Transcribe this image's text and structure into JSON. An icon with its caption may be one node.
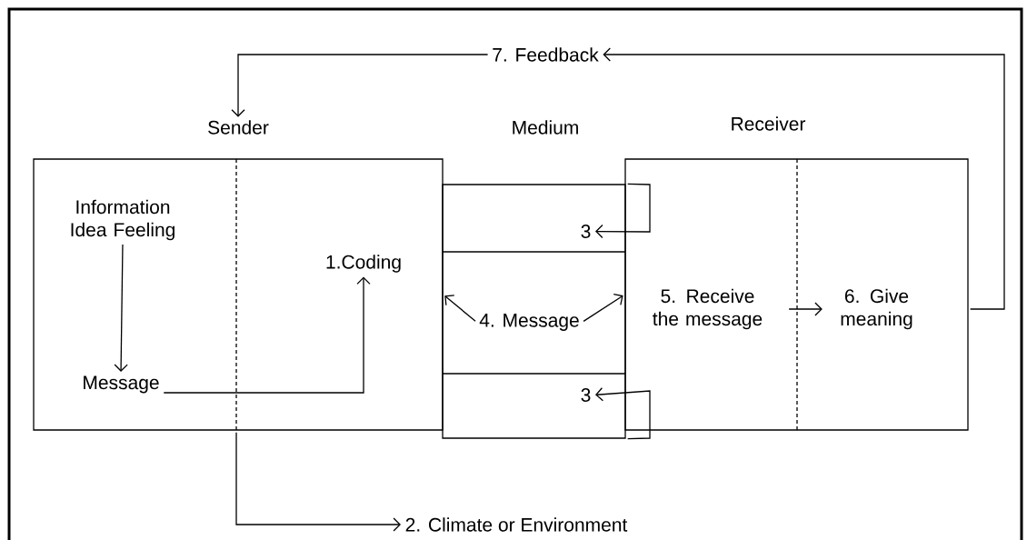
{
  "diagram": {
    "nodes": [
      {
        "text": [
          "Sender"
        ]
      },
      {
        "text": [
          "Information Idea Feeling"
        ],
        "in": 0
      },
      {
        "text": [
          "Message"
        ],
        "in": 0
      },
      {
        "text": [
          "1.Coding"
        ],
        "in": 0
      },
      {
        "text": [
          "Medium"
        ]
      },
      {
        "text": [
          "3"
        ],
        "in": 4
      },
      {
        "text": [
          "4. Message"
        ],
        "in": 4
      },
      {
        "text": [
          "3"
        ],
        "in": 4
      },
      {
        "text": [
          "Receiver"
        ]
      },
      {
        "text": [
          "5. Receive the message"
        ],
        "in": 8
      },
      {
        "text": [
          "6. Give meaning"
        ],
        "in": 8
      },
      {
        "text": [
          "7. Feedback"
        ]
      },
      {
        "text": [
          "2. Climate or Environment"
        ]
      }
    ],
    "edges": [
      {
        "from": 1,
        "to": 2,
        "arrow": "to"
      },
      {
        "from": 2,
        "to": 3,
        "arrow": "to"
      },
      {
        "from": 6,
        "to": 0,
        "arrow": "to"
      },
      {
        "from": 6,
        "to": 8,
        "arrow": "to"
      },
      {
        "from": 4,
        "to": 5,
        "arrow": "to"
      },
      {
        "from": 4,
        "to": 7,
        "arrow": "to"
      },
      {
        "from": 9,
        "to": 10,
        "arrow": "to"
      },
      {
        "from": 8,
        "to": 11,
        "arrow": "to"
      },
      {
        "from": 11,
        "to": 0,
        "arrow": "to"
      },
      {
        "from": 0,
        "to": 12,
        "arrow": "to"
      }
    ]
  }
}
